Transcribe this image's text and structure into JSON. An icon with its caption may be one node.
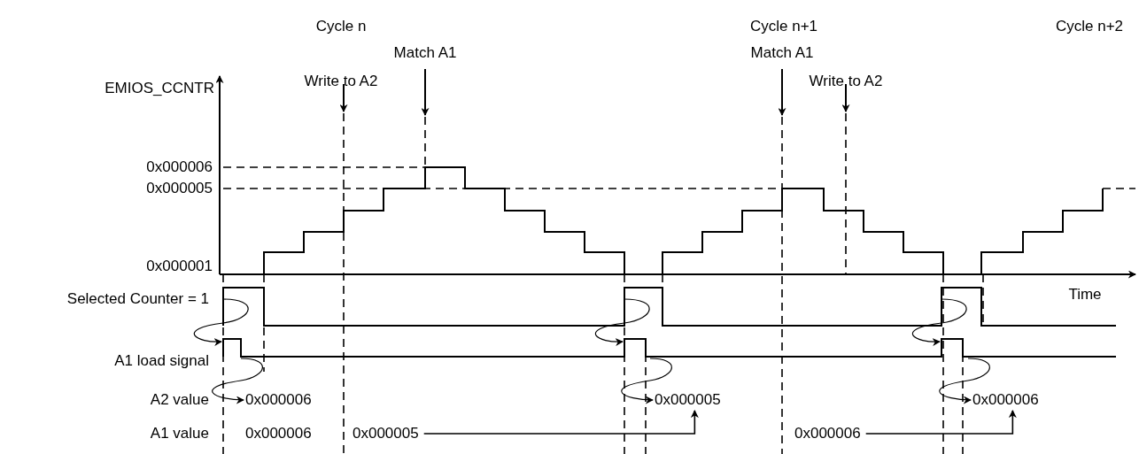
{
  "diagram": {
    "nodes": [
      {
        "text": [
          "0x000006"
        ]
      },
      {
        "text": [
          "0x000005"
        ]
      },
      {
        "text": [
          "0x000005"
        ]
      },
      {
        "text": [
          "0x000006"
        ]
      },
      {
        "text": [
          "0x000006"
        ]
      }
    ],
    "edges": [
      {
        "from": null,
        "to": 0,
        "arrow": "to"
      },
      {
        "from": 1,
        "to": 2,
        "arrow": "to"
      },
      {
        "from": null,
        "to": 2,
        "arrow": "to"
      },
      {
        "from": 3,
        "to": 4,
        "arrow": "to"
      },
      {
        "from": null,
        "to": 4,
        "arrow": "to"
      }
    ],
    "labels": [
      "Cycle n",
      "Cycle n+1",
      "Cycle n+2",
      "Match A1",
      "Match A1",
      "EMIOS_CCNTR",
      "Write to A2",
      "Write to A2",
      "0x000006",
      "0x000005",
      "0x000001",
      "Time",
      "Selected Counter = 1",
      "A1 load signal",
      "A2 value",
      "A1 value",
      "0x000006"
    ]
  }
}
